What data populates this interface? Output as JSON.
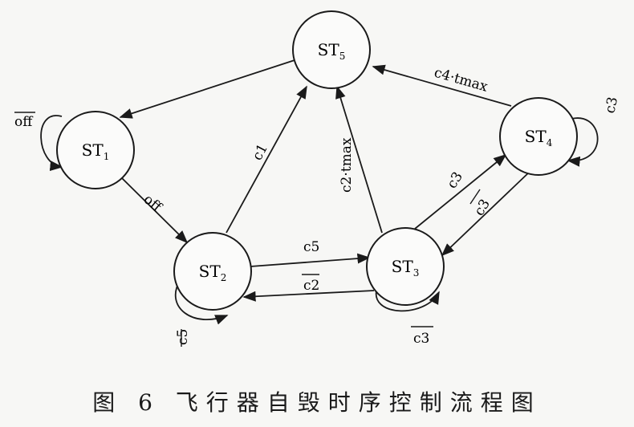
{
  "diagram": {
    "caption": "图 6   飞行器自毁时序控制流程图",
    "nodes": {
      "st1": {
        "base": "ST",
        "sub": "1"
      },
      "st2": {
        "base": "ST",
        "sub": "2"
      },
      "st3": {
        "base": "ST",
        "sub": "3"
      },
      "st4": {
        "base": "ST",
        "sub": "4"
      },
      "st5": {
        "base": "ST",
        "sub": "5"
      }
    },
    "edges": {
      "st5_st1": "",
      "st1_st1": "off",
      "st1_st2": "off",
      "st2_st5": "c1",
      "st2_st3": "c5",
      "st3_st2": "c2",
      "st2_st2": "c5",
      "st3_st5": "c2·tmax",
      "st3_st3": "c3",
      "st3_st4": "c3",
      "st4_st3": "c3",
      "st4_st4": "c3",
      "st4_st5": "c4·tmax"
    }
  }
}
